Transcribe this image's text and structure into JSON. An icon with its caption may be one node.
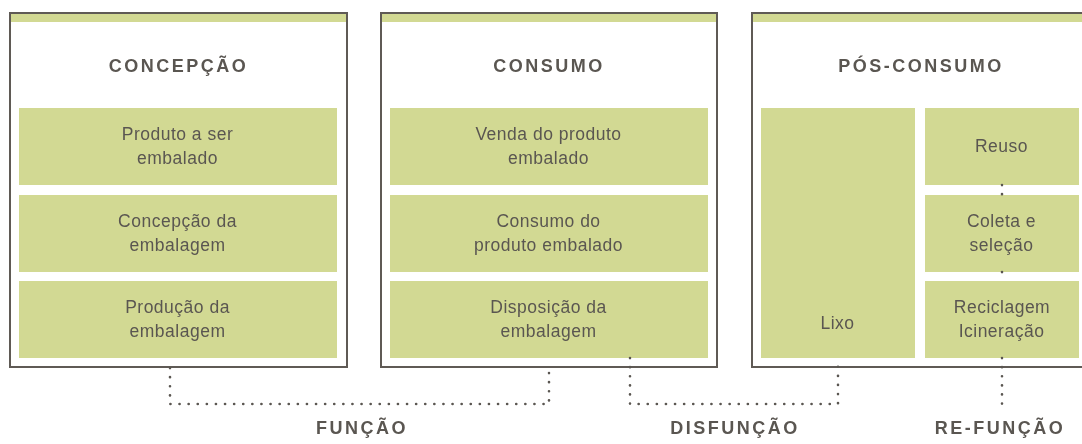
{
  "diagram": {
    "nodes": [
      {
        "text": [
          "CONCEPÇÃO"
        ]
      },
      {
        "text": [
          "Produto a ser embalado"
        ],
        "in": 0
      },
      {
        "text": [
          "Concepção da embalagem"
        ],
        "in": 0
      },
      {
        "text": [
          "Produção da embalagem"
        ],
        "in": 0
      },
      {
        "text": [
          "CONSUMO"
        ]
      },
      {
        "text": [
          "Venda do produto embalado"
        ],
        "in": 4
      },
      {
        "text": [
          "Consumo do produto embalado"
        ],
        "in": 4
      },
      {
        "text": [
          "Disposição da embalagem"
        ],
        "in": 4
      },
      {
        "text": [
          "PÓS-CONSUMO"
        ]
      },
      {
        "text": [
          "Lixo"
        ],
        "in": 8
      },
      {
        "text": [
          "Reuso"
        ],
        "in": 8
      },
      {
        "text": [
          "Coleta e seleção"
        ],
        "in": 8
      },
      {
        "text": [
          "Reciclagem Icineração"
        ],
        "in": 8
      }
    ],
    "edges": [
      {
        "from": 0,
        "to": 4,
        "arrow": "none",
        "style": "dashed"
      },
      {
        "from": 7,
        "to": 9,
        "arrow": "none",
        "style": "dashed"
      },
      {
        "from": 10,
        "to": 11,
        "arrow": "none",
        "style": "dashed"
      },
      {
        "from": 11,
        "to": 12,
        "arrow": "none",
        "style": "dashed"
      },
      {
        "from": 12,
        "to": null,
        "arrow": "none",
        "style": "dashed"
      }
    ],
    "labels": [
      "FUNÇÃO",
      "DISFUNÇÃO",
      "RE-FUNÇÃO"
    ]
  }
}
